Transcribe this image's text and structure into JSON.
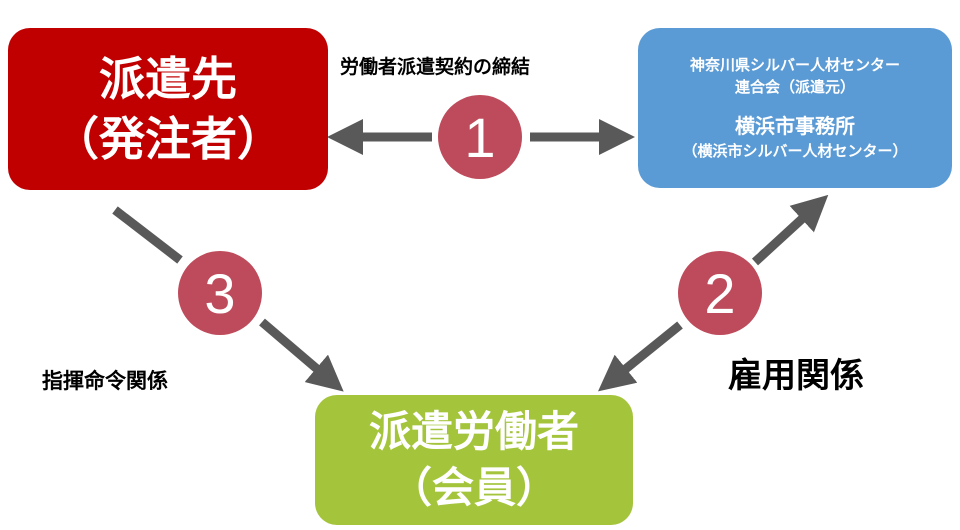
{
  "client_box": {
    "line1": "派遣先",
    "line2": "（発注者）"
  },
  "dispatcher_box": {
    "line1": "神奈川県シルバー人材センター",
    "line2": "連合会（派遣元）",
    "line3": "横浜市事務所",
    "line4": "（横浜市シルバー人材センター）"
  },
  "worker_box": {
    "line1": "派遣労働者",
    "line2": "（会員）"
  },
  "relations": [
    {
      "number": "1",
      "label": "労働者派遣契約の締結"
    },
    {
      "number": "2",
      "label": "雇用関係"
    },
    {
      "number": "3",
      "label": "指揮命令関係"
    }
  ],
  "colors": {
    "client": "#C00000",
    "dispatcher": "#5B9BD5",
    "worker": "#A4C53B",
    "circle": "#BE4B5B",
    "arrow": "#595959"
  }
}
